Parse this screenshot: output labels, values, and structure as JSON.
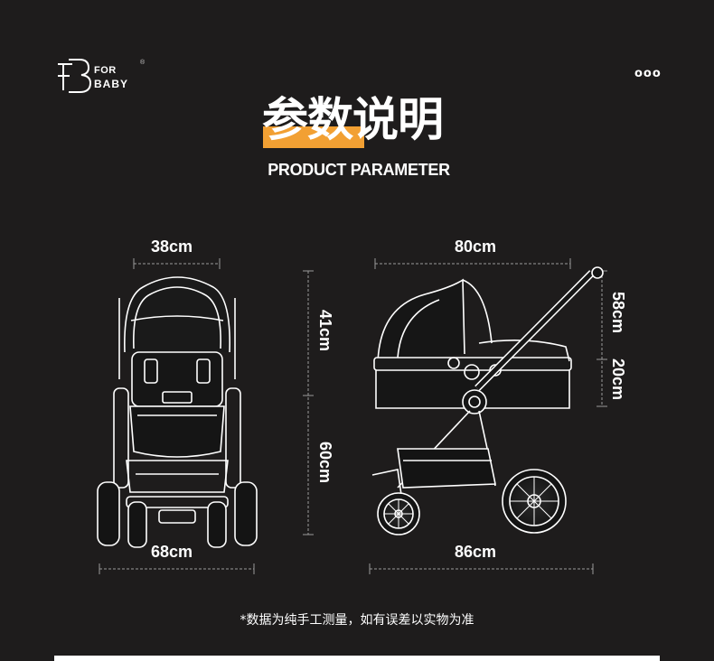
{
  "brand": {
    "line1": "FOR",
    "line2": "BABY",
    "registered": "®"
  },
  "menu_icon": "more-dots-icon",
  "menu_glyph": "ooo",
  "header": {
    "title": "参数说明",
    "subtitle": "PRODUCT PARAMETER",
    "accent_color": "#f2a033"
  },
  "dimensions": {
    "front_width_top": "38cm",
    "front_width_bottom": "68cm",
    "front_height_upper": "41cm",
    "front_height_lower": "60cm",
    "side_length_top": "80cm",
    "side_length_bottom": "86cm",
    "side_height_upper": "58cm",
    "side_height_lower": "20cm"
  },
  "note": "*数据为纯手工测量，如有误差以实物为准"
}
